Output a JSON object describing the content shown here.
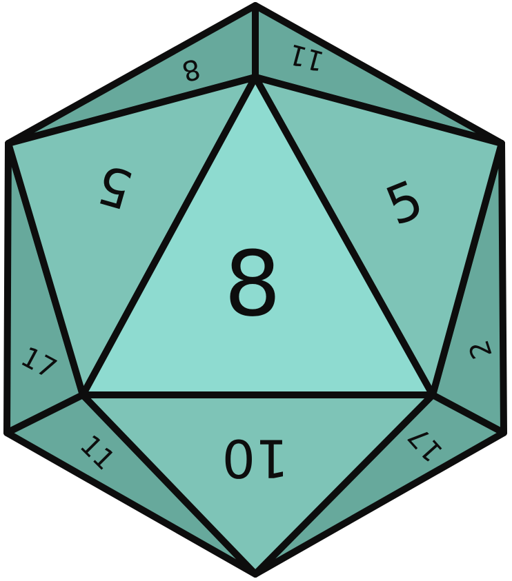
{
  "die": {
    "colors": {
      "center": "#8edbd0",
      "light": "#7ec4b7",
      "dark": "#67a99c",
      "outline": "#0d0d0d"
    },
    "faces": {
      "center": "8",
      "upper_left": "5",
      "upper_right": "5",
      "bottom": "10",
      "top_left": "8",
      "top_right": "11",
      "left_side": "17",
      "right_side": "2",
      "bottom_left": "11",
      "bottom_right": "17"
    }
  }
}
